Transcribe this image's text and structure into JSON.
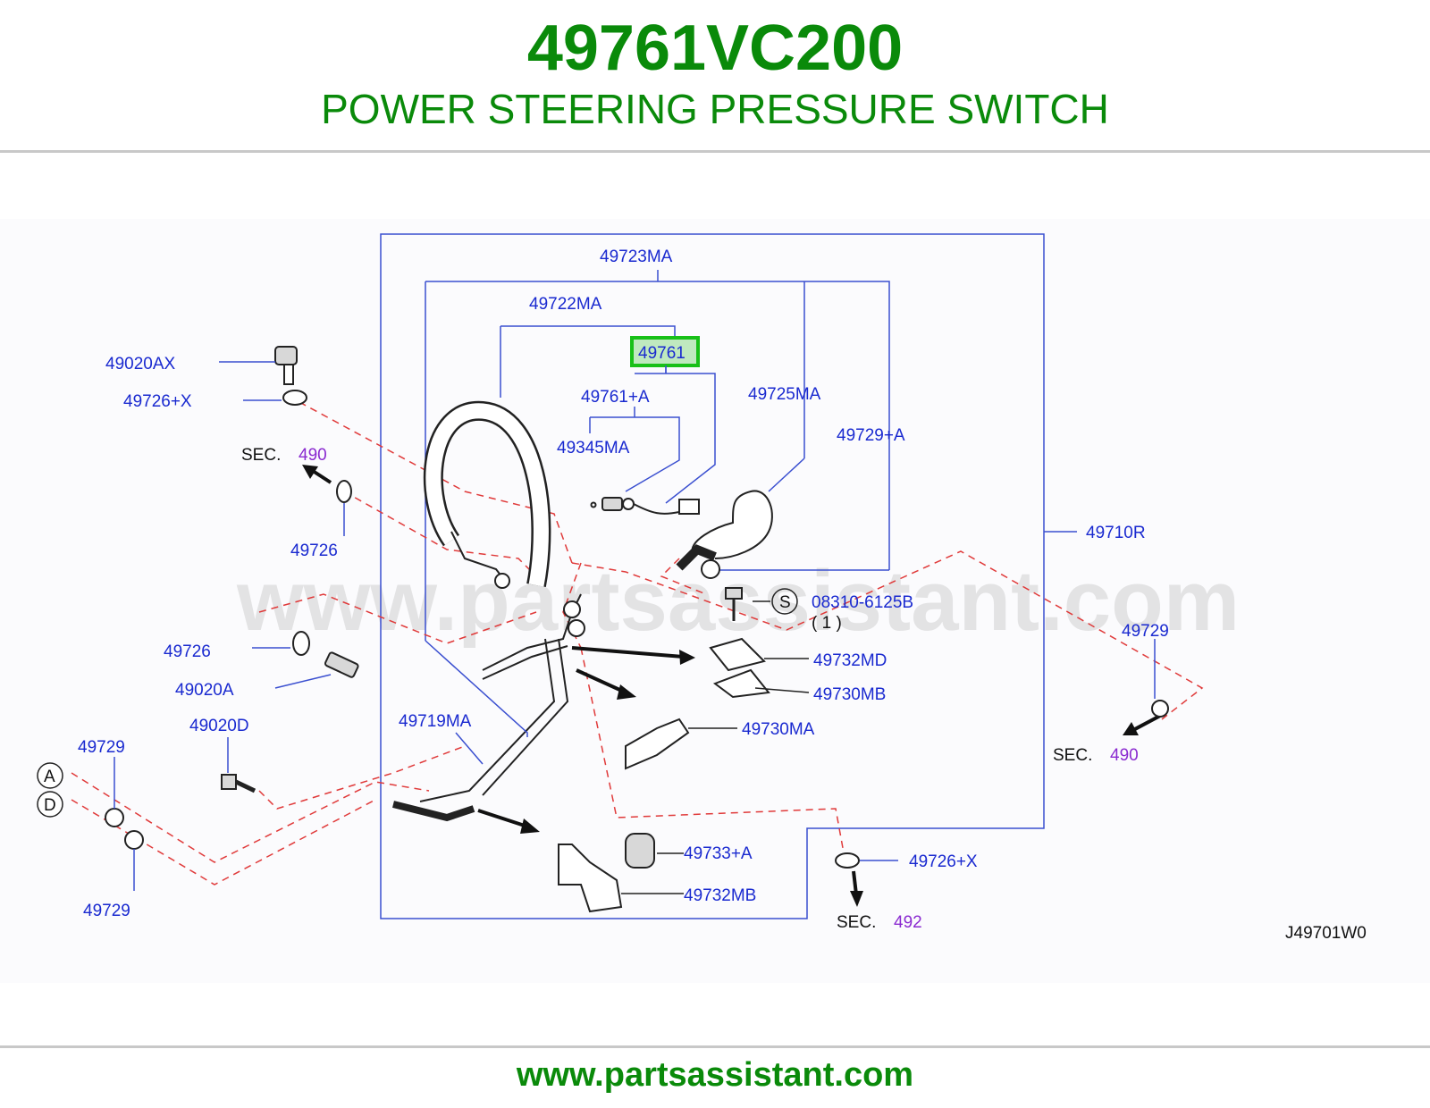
{
  "header": {
    "part_number": "49761VC200",
    "part_name": "POWER STEERING PRESSURE SWITCH"
  },
  "diagram": {
    "watermark": "www.partsassistant.com",
    "highlighted_part": "49761",
    "labels": {
      "p49723MA": "49723MA",
      "p49722MA": "49722MA",
      "p49761": "49761",
      "p49761A": "49761+A",
      "p49345MA": "49345MA",
      "p49725MA": "49725MA",
      "p49729A": "49729+A",
      "p49710R": "49710R",
      "p49020AX": "49020AX",
      "p49726X_top": "49726+X",
      "p49726_a": "49726",
      "p49726_b": "49726",
      "p49020A": "49020A",
      "p49020D": "49020D",
      "p49719MA": "49719MA",
      "p49729_left_top": "49729",
      "p49729_left_bottom": "49729",
      "p49729_right": "49729",
      "p08310": "08310-6125B",
      "p08310_qty": "( 1 )",
      "p49732MD": "49732MD",
      "p49730MB": "49730MB",
      "p49730MA": "49730MA",
      "p49733A": "49733+A",
      "p49732MB": "49732MB",
      "p49726X_bottom": "49726+X",
      "circle_s": "S",
      "circle_a": "A",
      "circle_d": "D"
    },
    "sections": {
      "sec_word": "SEC.",
      "sec_490_left": "490",
      "sec_490_right": "490",
      "sec_492": "492"
    },
    "reference_code": "J49701W0",
    "colors": {
      "title_green": "#0a8a0a",
      "label_blue": "#1a2ad0",
      "section_purple": "#8a2ad0",
      "dashed_red": "#e03a3a",
      "highlight_green": "#18c018"
    }
  },
  "footer": {
    "url": "www.partsassistant.com"
  }
}
